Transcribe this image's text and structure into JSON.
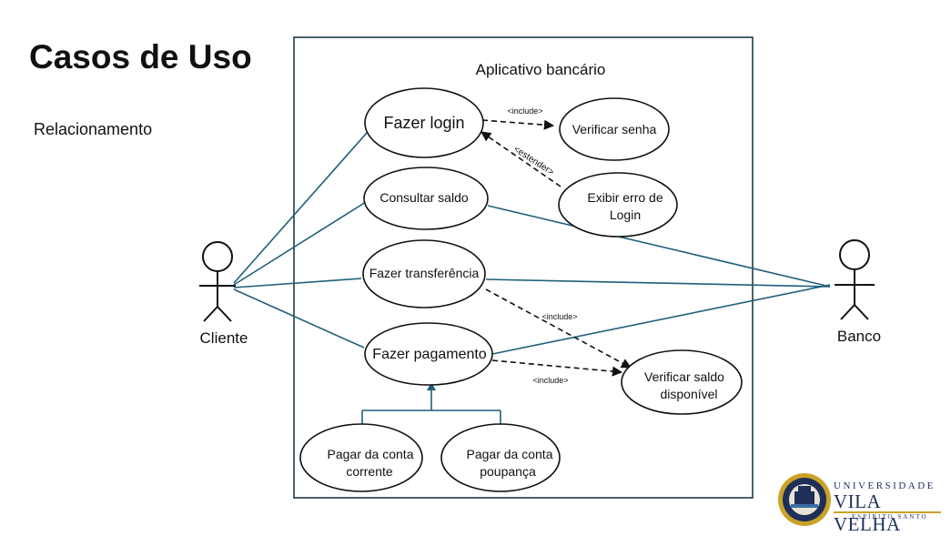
{
  "slide": {
    "title": "Casos de Uso",
    "subtitle": "Relacionamento"
  },
  "system": {
    "name": "Aplicativo bancário"
  },
  "actors": {
    "cliente": "Cliente",
    "banco": "Banco"
  },
  "use_cases": {
    "login": "Fazer login",
    "verificar_senha": "Verificar senha",
    "exibir_erro_1": "Exibir erro de",
    "exibir_erro_2": "Login",
    "consultar_saldo": "Consultar saldo",
    "transferencia": "Fazer transferência",
    "pagamento": "Fazer pagamento",
    "verificar_saldo_1": "Verificar saldo",
    "verificar_saldo_2": "disponível",
    "conta_corrente_1": "Pagar da conta",
    "conta_corrente_2": "corrente",
    "conta_poupanca_1": "Pagar da conta",
    "conta_poupanca_2": "poupança"
  },
  "relations": {
    "include_login": "<include>",
    "estender": "<estender>",
    "include_transfer": "<include>",
    "include_pagamento": "<include>"
  },
  "logo": {
    "line1": "UNIVERSIDADE",
    "line2": "VILA VELHA",
    "line3": "ESPÍRITO SANTO"
  },
  "colors": {
    "association_line": "#1f5f7a",
    "system_border": "#1e3a4a",
    "logo_navy": "#1f2f5a",
    "logo_gold": "#c9a227"
  }
}
